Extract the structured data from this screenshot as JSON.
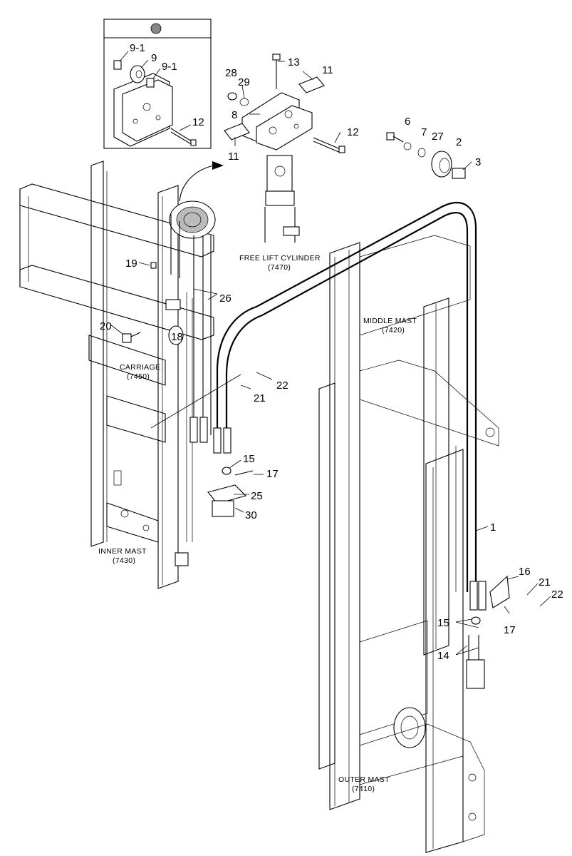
{
  "callouts": {
    "c9_1a": "9-1",
    "c9": "9",
    "c9_1b": "9-1",
    "c12a": "12",
    "c28": "28",
    "c29": "29",
    "c13": "13",
    "c11a": "11",
    "c8": "8",
    "c12b": "12",
    "c11b": "11",
    "c6": "6",
    "c7": "7",
    "c27": "27",
    "c2": "2",
    "c3": "3",
    "c19": "19",
    "c26": "26",
    "c20": "20",
    "c18": "18",
    "c22a": "22",
    "c21a": "21",
    "c15a": "15",
    "c17a": "17",
    "c25": "25",
    "c30": "30",
    "c1": "1",
    "c16": "16",
    "c21b": "21",
    "c22b": "22",
    "c15b": "15",
    "c17b": "17",
    "c14": "14"
  },
  "labels": {
    "free_lift_cylinder": "FREE LIFT CYLINDER",
    "free_lift_cylinder_code": "(7470)",
    "middle_mast": "MIDDLE MAST",
    "middle_mast_code": "(7420)",
    "carriage": "CARRIAGE",
    "carriage_code": "(7450)",
    "inner_mast": "INNER MAST",
    "inner_mast_code": "(7430)",
    "outer_mast": "OUTER MAST",
    "outer_mast_code": "(7410)"
  }
}
